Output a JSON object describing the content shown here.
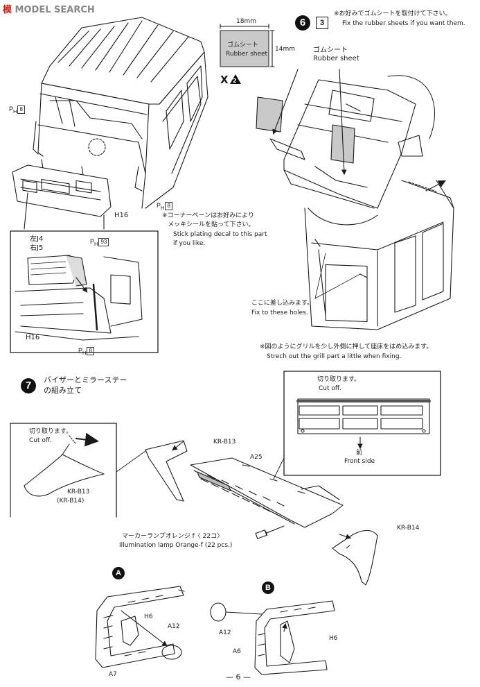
{
  "watermark": {
    "logo_text": "MODEL SEARCH",
    "prefix": "模"
  },
  "page_number": "— 6 —",
  "colors": {
    "ink": "#1a1a1a",
    "sheet_gray": "#c9c9c9",
    "accent": "#c21"
  },
  "left_cab": {
    "paint_code_1": {
      "prefix": "P",
      "sub": "H",
      "num": "8"
    },
    "paint_code_2": {
      "prefix": "P",
      "sub": "H",
      "num": "8"
    },
    "grill_label": "H16",
    "corner_vane_jp": "※コーナーベーンはお好みにより",
    "corner_vane_jp2": "メッキシールを貼って下さい。",
    "corner_vane_en1": "Stick plating decal to this part",
    "corner_vane_en2": "if you  like.",
    "inset": {
      "left_label": "左J4",
      "right_label": "右J5",
      "paint_93": {
        "prefix": "P",
        "sub": "H",
        "num": "93"
      },
      "grill_label": "H16",
      "paint_8": {
        "prefix": "P",
        "sub": "H",
        "num": "8"
      }
    }
  },
  "step6": {
    "number": "6",
    "box": "3",
    "title_jp": "※お好みでゴムシートを取付けて下さい。",
    "title_en": "Fix the rubber sheets if you want them.",
    "sheet_width": "18mm",
    "sheet_height": "14mm",
    "sheet_jp": "ゴムシート",
    "sheet_en": "Rubber sheet",
    "sheet_count": "X",
    "sheet_count_num": "2",
    "rubber_jp": "ゴムシート",
    "rubber_en": "Rubber sheet",
    "holes_jp": "ここに差し込みます。",
    "holes_en": "Fix to these holes.",
    "grill_note_jp": "※図のようにグリルを少し外側に押して座床をはめ込みます。",
    "grill_note_en": "Strech out the grill part a little when fixing."
  },
  "step7": {
    "number": "7",
    "title_line1": "バイザーとミラーステー",
    "title_line2": "の組み立て",
    "cut_jp": "切り取ります。",
    "cut_en": "Cut off.",
    "detail_part": "KR-B13",
    "detail_part2": "(KR-B14)",
    "kr_b13": "KR-B13",
    "a25": "A25",
    "kr_b14": "KR-B14",
    "front_cut_jp": "切り取ります。",
    "front_cut_en": "Cut off.",
    "front_jp": "前",
    "front_en": "Front side",
    "lamp_jp": "マーカーランプオレンジ f〈 22コ〉",
    "lamp_en": "Illumination lamp Orange-f (22 pcs.)",
    "sub_a": {
      "letter": "A",
      "h6": "H6",
      "a12": "A12",
      "a7": "A7"
    },
    "sub_b": {
      "letter": "B",
      "a12": "A12",
      "h6": "H6",
      "a6": "A6"
    }
  }
}
